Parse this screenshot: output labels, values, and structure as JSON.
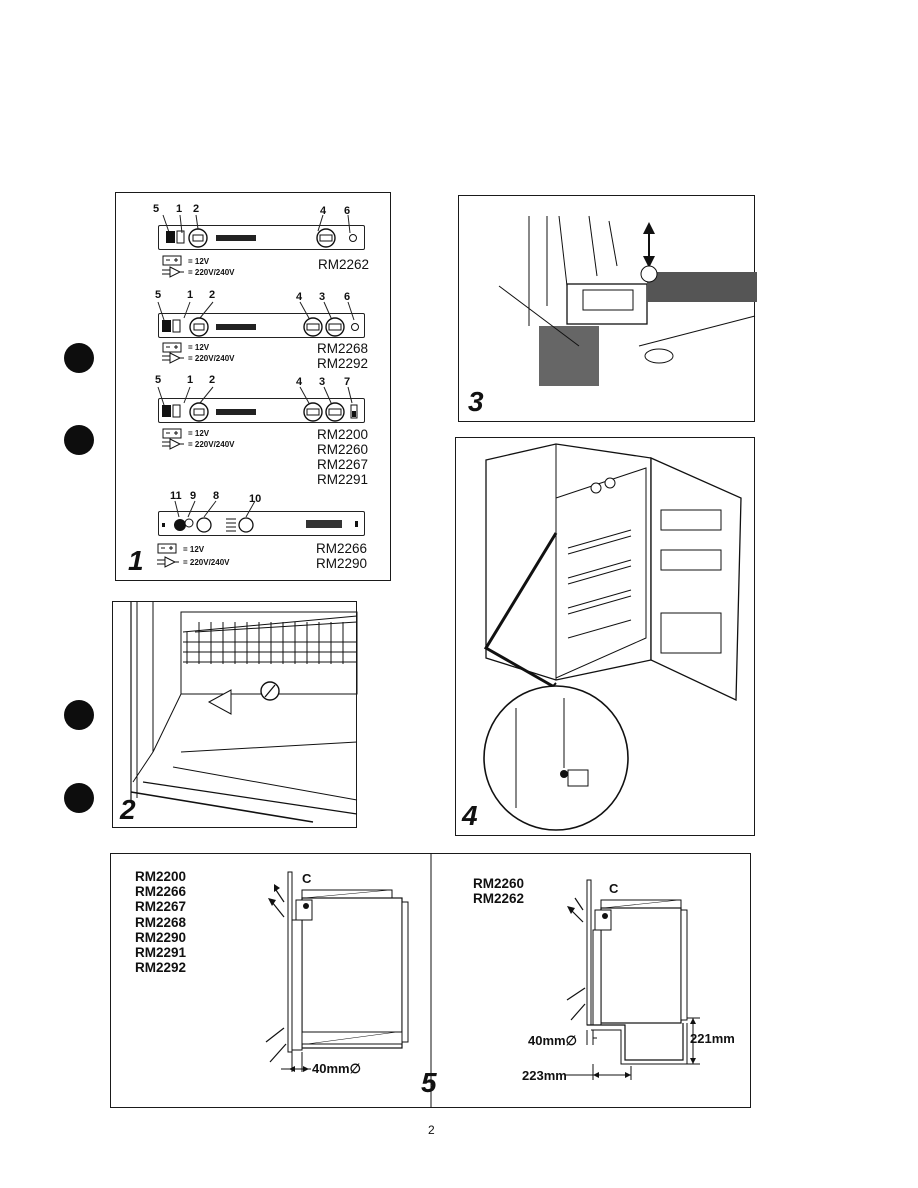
{
  "figure1": {
    "number": "1",
    "panel_a": {
      "callouts": [
        "5",
        "1",
        "2",
        "4",
        "6"
      ],
      "models": [
        "RM2262"
      ]
    },
    "panel_b": {
      "callouts": [
        "5",
        "1",
        "2",
        "4",
        "3",
        "6"
      ],
      "models": [
        "RM2268",
        "RM2292"
      ]
    },
    "panel_c": {
      "callouts": [
        "5",
        "1",
        "2",
        "4",
        "3",
        "7"
      ],
      "models": [
        "RM2200",
        "RM2260",
        "RM2267",
        "RM2291"
      ]
    },
    "panel_d": {
      "callouts": [
        "11",
        "9",
        "8",
        "10"
      ],
      "models": [
        "RM2266",
        "RM2290"
      ]
    },
    "legend": {
      "dc": "= 12V",
      "ac": "= 220V/240V"
    }
  },
  "figure2": {
    "number": "2"
  },
  "figure3": {
    "number": "3"
  },
  "figure4": {
    "number": "4"
  },
  "figure5": {
    "number": "5",
    "left": {
      "models": [
        "RM2200",
        "RM2266",
        "RM2267",
        "RM2268",
        "RM2290",
        "RM2291",
        "RM2292"
      ],
      "label_c": "C",
      "dim_hole": "40mm∅"
    },
    "right": {
      "models": [
        "RM2260",
        "RM2262"
      ],
      "label_c": "C",
      "dim_hole": "40mm∅",
      "dim_height": "221mm",
      "dim_depth": "223mm"
    }
  },
  "page_number": "2"
}
